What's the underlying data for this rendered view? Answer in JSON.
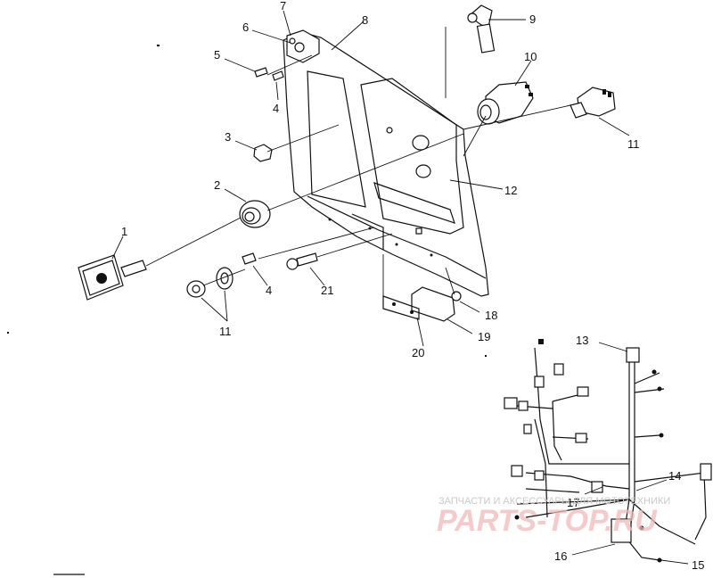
{
  "callouts": {
    "c1": "1",
    "c2": "2",
    "c3": "3",
    "c4a": "4",
    "c4b": "4",
    "c5": "5",
    "c6": "6",
    "c7": "7",
    "c8": "8",
    "c9": "9",
    "c10": "10",
    "c11a": "11",
    "c11b": "11",
    "c12": "12",
    "c13": "13",
    "c14": "14",
    "c15": "15",
    "c16": "16",
    "c17": "17",
    "c18": "18",
    "c19": "19",
    "c20": "20",
    "c21": "21"
  },
  "watermark": {
    "caption": "ЗАПЧАСТИ И АКСЕССУАРЫ ДЛЯ МОТОТЕХНИКИ",
    "brand": "PARTS-TOP.RU"
  }
}
